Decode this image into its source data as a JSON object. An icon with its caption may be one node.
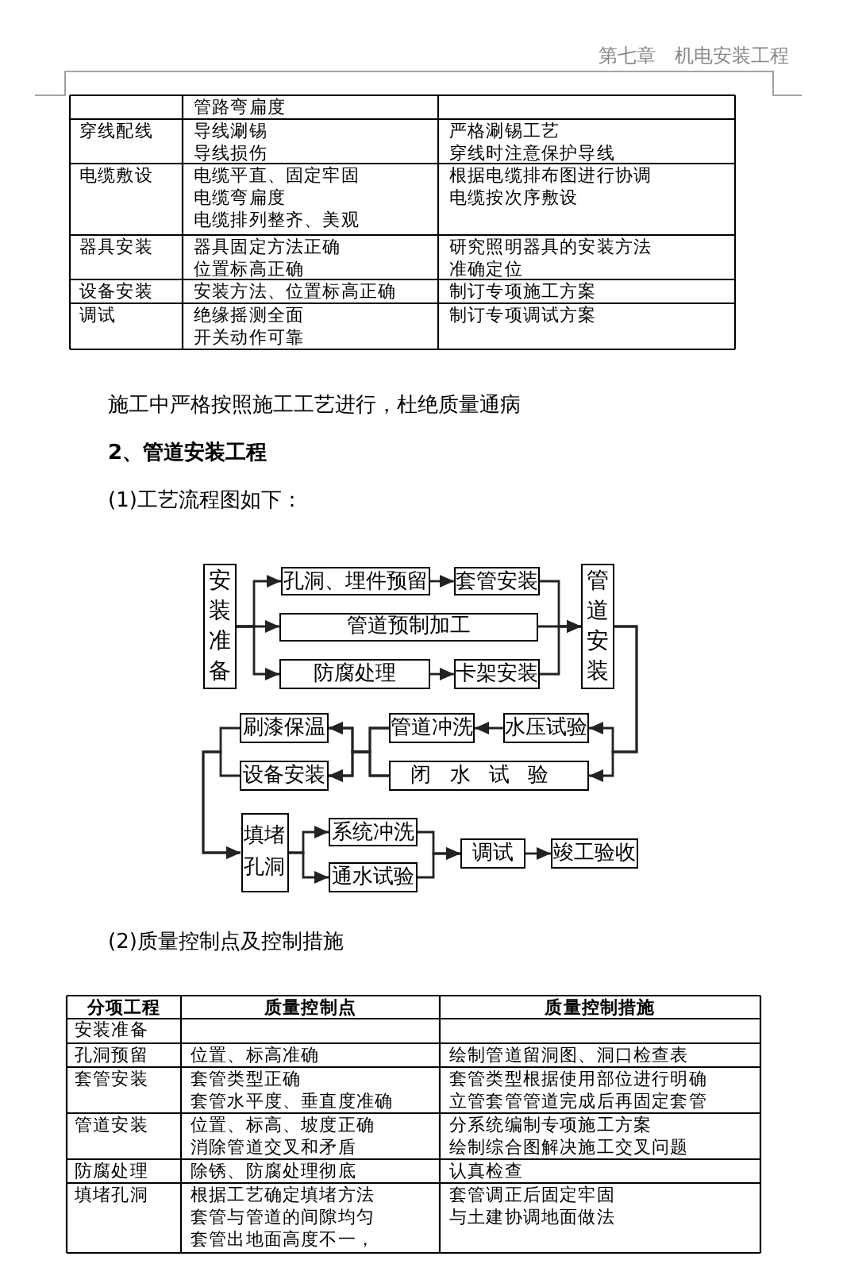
{
  "diagram": {
    "nodes": [
      {
        "text": [
          "安装准备"
        ]
      },
      {
        "text": [
          "孔洞、埋件预留"
        ]
      },
      {
        "text": [
          "套管安装"
        ]
      },
      {
        "text": [
          "管道预制加工"
        ]
      },
      {
        "text": [
          "防腐处理"
        ]
      },
      {
        "text": [
          "卡架安装"
        ]
      },
      {
        "text": [
          "管道安装"
        ]
      },
      {
        "text": [
          "刷漆保温"
        ]
      },
      {
        "text": [
          "管道冲洗"
        ]
      },
      {
        "text": [
          "水压试验"
        ]
      },
      {
        "text": [
          "设备安装"
        ]
      },
      {
        "text": [
          "闭水试验"
        ]
      },
      {
        "text": [
          "填堵孔洞"
        ]
      },
      {
        "text": [
          "系统冲洗"
        ]
      },
      {
        "text": [
          "通水试验"
        ]
      },
      {
        "text": [
          "调试"
        ]
      },
      {
        "text": [
          "竣工验收"
        ]
      }
    ],
    "edges": [
      {
        "from": 0,
        "to": 1,
        "arrow": "to"
      },
      {
        "from": 0,
        "to": 3,
        "arrow": "to"
      },
      {
        "from": 0,
        "to": 4,
        "arrow": "to"
      },
      {
        "from": 1,
        "to": 2,
        "arrow": "to"
      },
      {
        "from": 4,
        "to": 5,
        "arrow": "to"
      },
      {
        "from": 2,
        "to": 6,
        "arrow": "to"
      },
      {
        "from": 3,
        "to": 6,
        "arrow": "to"
      },
      {
        "from": 5,
        "to": 6,
        "arrow": "to"
      },
      {
        "from": 6,
        "to": 9,
        "arrow": "to"
      },
      {
        "from": 6,
        "to": 11,
        "arrow": "to"
      },
      {
        "from": 9,
        "to": 8,
        "arrow": "to"
      },
      {
        "from": 8,
        "to": 7,
        "arrow": "to"
      },
      {
        "from": 8,
        "to": 10,
        "arrow": "to"
      },
      {
        "from": 11,
        "to": 7,
        "arrow": "to"
      },
      {
        "from": 11,
        "to": 10,
        "arrow": "to"
      },
      {
        "from": 7,
        "to": 12,
        "arrow": "to"
      },
      {
        "from": 10,
        "to": 12,
        "arrow": "to"
      },
      {
        "from": 12,
        "to": 13,
        "arrow": "to"
      },
      {
        "from": 12,
        "to": 14,
        "arrow": "to"
      },
      {
        "from": 13,
        "to": 15,
        "arrow": "to"
      },
      {
        "from": 14,
        "to": 15,
        "arrow": "to"
      },
      {
        "from": 15,
        "to": 16,
        "arrow": "to"
      }
    ],
    "labels": [
      "第七章　机电安装工程",
      "管路弯扁度",
      "穿线配线",
      "导线涮锡",
      "导线损伤",
      "严格涮锡工艺",
      "穿线时注意保护导线",
      "电缆敷设",
      "电缆平直、固定牢固",
      "电缆弯扁度",
      "电缆排列整齐、美观",
      "根据电缆排布图进行协调",
      "电缆按次序敷设",
      "器具安装",
      "器具固定方法正确",
      "位置标高正确",
      "研究照明器具的安装方法",
      "准确定位",
      "设备安装",
      "安装方法、位置标高正确",
      "制订专项施工方案",
      "调试",
      "绝缘摇测全面",
      "开关动作可靠",
      "制订专项调试方案",
      "施工中严格按照施工工艺进行，杜绝质量通病",
      "2、管道安装工程",
      "(1)工艺流程图如下：",
      "(2)质量控制点及控制措施",
      "分项工程",
      "质量控制点",
      "质量控制措施",
      "安装准备",
      "孔洞预留",
      "位置、标高准确",
      "绘制管道留洞图、洞口检查表",
      "套管安装",
      "套管类型正确",
      "套管水平度、垂直度准确",
      "套管类型根据使用部位进行明确",
      "立管套管管道完成后再固定套管",
      "管道安装",
      "位置、标高、坡度正确",
      "消除管道交叉和矛盾",
      "分系统编制专项施工方案",
      "绘制综合图解决施工交叉问题",
      "防腐处理",
      "除锈、防腐处理彻底",
      "认真检查",
      "填堵孔洞",
      "根据工艺确定填堵方法",
      "套管与管道的间隙均匀",
      "套管出地面高度不一，",
      "套管调正后固定牢固",
      "与土建协调地面做法"
    ]
  }
}
